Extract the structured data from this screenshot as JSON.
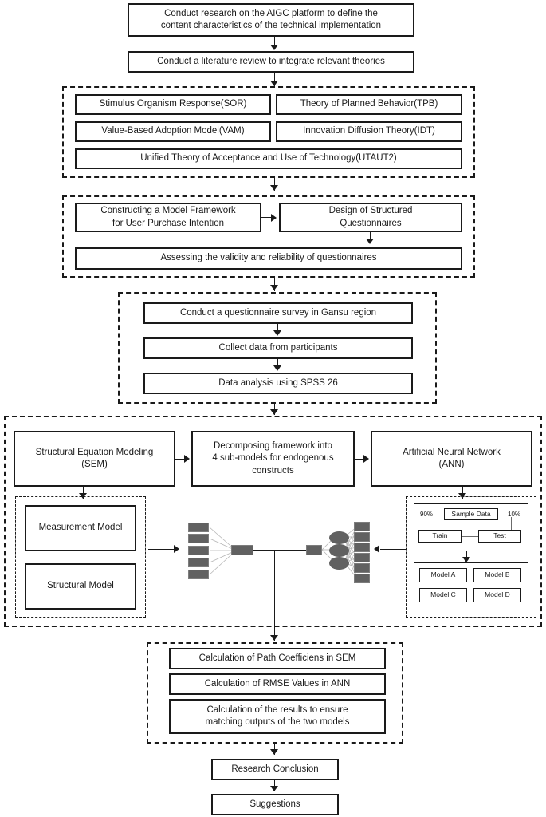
{
  "diagram": {
    "title": "Research methodology flowchart (SEM-ANN)",
    "colors": {
      "line": "#1a1a1a",
      "node_fill": "#616161",
      "edge_grey": "#b5b5b5",
      "background": "#ffffff"
    }
  },
  "stage1": {
    "step1": "Conduct research on the AIGC platform to define the\ncontent characteristics of the technical implementation",
    "step2": "Conduct a literature review to integrate relevant theories"
  },
  "theories": {
    "items": [
      "Stimulus Organism Response(SOR)",
      "Theory of Planned Behavior(TPB)",
      "Value-Based Adoption Model(VAM)",
      "Innovation Diffusion Theory(IDT)",
      "Unified Theory of Acceptance and Use of Technology(UTAUT2)"
    ]
  },
  "model_design": {
    "framework": "Constructing a Model Framework\nfor User Purchase Intention",
    "questionnaire": "Design of Structured\nQuestionnaires",
    "validity": "Assessing the validity and reliability of questionnaires"
  },
  "survey": {
    "items": [
      "Conduct a questionnaire survey in Gansu region",
      "Collect data from participants",
      "Data analysis using SPSS 26"
    ]
  },
  "analysis": {
    "sem": "Structural Equation Modeling\n(SEM)",
    "decompose": "Decomposing framework into\n4 sub-models for endogenous\nconstructs",
    "ann": "Artificial Neural Network\n(ANN)",
    "sem_sub": [
      "Measurement Model",
      "Structural Model"
    ],
    "ann_sample": {
      "source": "Sample Data",
      "train_label": "Train",
      "test_label": "Test",
      "train_pct": "90%",
      "test_pct": "10%"
    },
    "ann_models": [
      "Model A",
      "Model B",
      "Model C",
      "Model D"
    ],
    "nn_glyph": {
      "left_input_nodes": 5,
      "left_output_nodes": 1,
      "right_input_nodes": 1,
      "right_hidden_nodes": 3,
      "right_output_nodes": 6
    }
  },
  "results": {
    "items": [
      "Calculation of Path Coefficiens in SEM",
      "Calculation of RMSE Values in ANN",
      "Calculation of the results to ensure\nmatching outputs of the two models"
    ]
  },
  "conclusion": {
    "research_conclusion": "Research Conclusion",
    "suggestions": "Suggestions"
  }
}
